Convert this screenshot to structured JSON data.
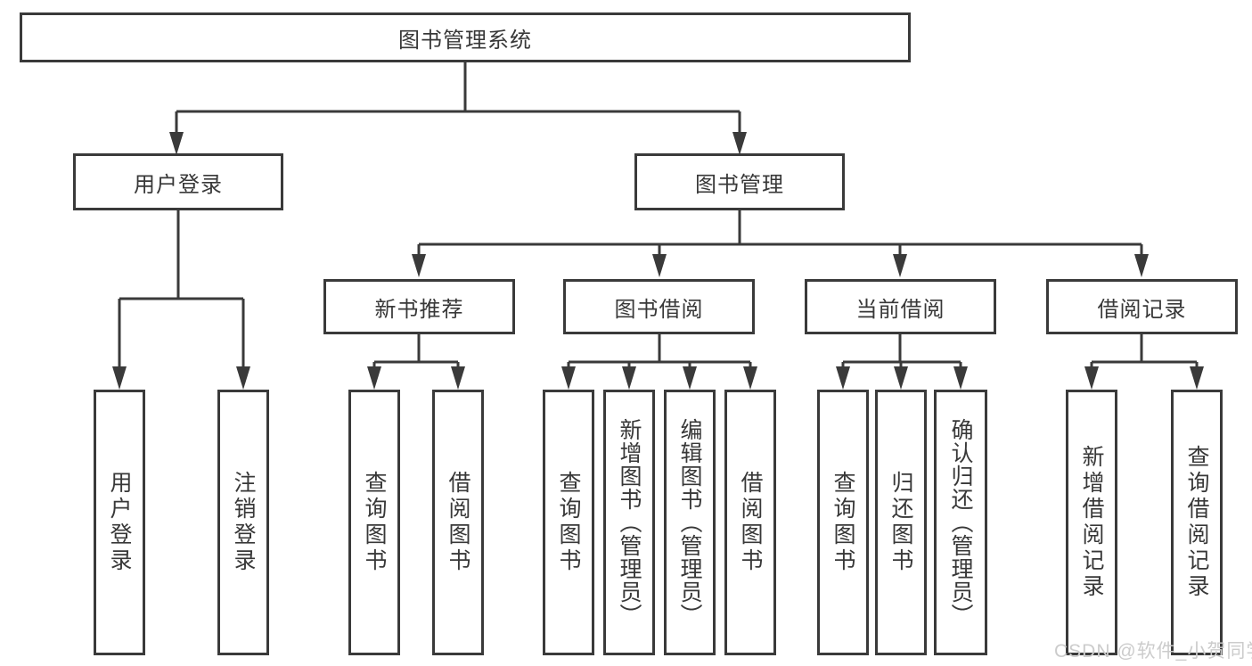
{
  "colors": {
    "line": "#3a3a3a",
    "text": "#383838",
    "watermark": "#cccccc",
    "background": "#ffffff"
  },
  "tree": {
    "root": "图书管理系统",
    "branches": [
      {
        "label": "用户登录",
        "children": [
          "用户登录",
          "注销登录"
        ]
      },
      {
        "label": "图书管理",
        "sections": [
          {
            "label": "新书推荐",
            "children": [
              "查询图书",
              "借阅图书"
            ]
          },
          {
            "label": "图书借阅",
            "children": [
              "查询图书",
              "新增图书（管理员）",
              "编辑图书（管理员）",
              "借阅图书"
            ]
          },
          {
            "label": "当前借阅",
            "children": [
              "查询图书",
              "归还图书",
              "确认归还（管理员）"
            ]
          },
          {
            "label": "借阅记录",
            "children": [
              "新增借阅记录",
              "查询借阅记录"
            ]
          }
        ]
      }
    ]
  },
  "watermark": {
    "text": "CSDN @软件_小贺同学"
  }
}
